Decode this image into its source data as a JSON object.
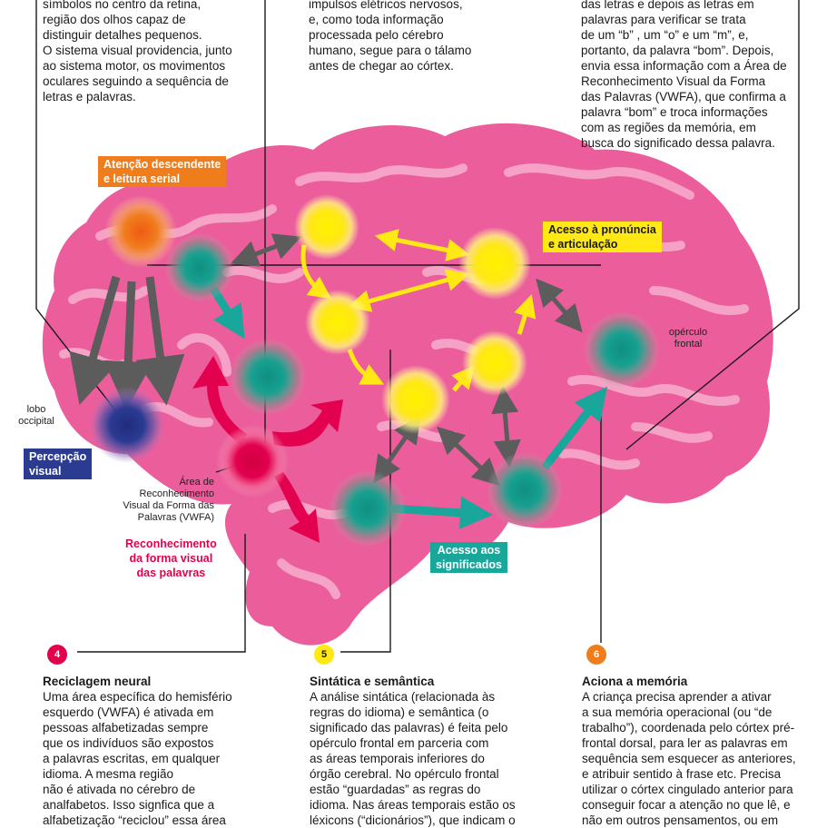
{
  "colors": {
    "brain": "#ec5d9b",
    "brain_light": "#f6a6c9",
    "orange": "#f07d1c",
    "yellow": "#ffe814",
    "blue": "#2b3b92",
    "pink_red": "#e3004f",
    "teal": "#1aa79b",
    "grey_arrow": "#5c5c5c"
  },
  "top_texts": {
    "left": [
      "símbolos no centro da retina,",
      "região dos olhos capaz de",
      "distinguir detalhes pequenos.",
      "O sistema visual providencia, junto",
      "ao sistema motor, os movimentos",
      "oculares seguindo a sequência de",
      "letras e palavras."
    ],
    "middle": [
      "impulsos elétricos nervosos,",
      "e, como toda informação",
      "processada pelo cérebro",
      "humano, segue para o tálamo",
      "antes de chegar ao córtex."
    ],
    "right": [
      "das letras e depois as letras em",
      "palavras para verificar se trata",
      "de um “b” , um “o” e um “m”, e,",
      "portanto, da palavra “bom”. Depois,",
      "envia essa informação com a Área de",
      "Reconhecimento Visual da Forma",
      "das Palavras (VWFA), que confirma a",
      "palavra “bom” e troca informações",
      "com as regiões da memória, em",
      "busca do significado dessa palavra."
    ]
  },
  "labels": {
    "atencao": [
      "Atenção descendente",
      "e leitura serial"
    ],
    "pronuncia": [
      "Acesso à pronúncia",
      "e articulação"
    ],
    "percepcao": [
      "Percepção",
      "visual"
    ],
    "reconhecimento": [
      "Reconhecimento",
      "da forma visual",
      "das palavras"
    ],
    "significados": [
      "Acesso aos",
      "significados"
    ],
    "lobo": [
      "lobo",
      "occipital"
    ],
    "operculo": [
      "opérculo",
      "frontal"
    ],
    "vwfa": [
      "Área de",
      "Reconhecimento",
      "Visual da Forma das",
      "Palavras (VWFA)"
    ]
  },
  "sections": [
    {
      "number": "4",
      "title": "Reciclagem neural",
      "lines": [
        "Uma área específica do hemisfério",
        "esquerdo (VWFA) é ativada em",
        "pessoas alfabetizadas sempre",
        "que os indivíduos são expostos",
        "a palavras escritas, em qualquer",
        "idioma. A mesma região",
        "não é ativada no cérebro de",
        "analfabetos. Isso signfica que a",
        "alfabetização “reciclou” essa área"
      ]
    },
    {
      "number": "5",
      "title": "Sintática e semântica",
      "lines": [
        "A análise sintática (relacionada às",
        "regras do idioma) e semântica (o",
        "significado das palavras) é feita pelo",
        "opérculo frontal em parceria com",
        "as áreas temporais inferiores do",
        "órgão cerebral. No opérculo frontal",
        "estão “guardadas” as regras do",
        "idioma. Nas áreas temporais estão os",
        "léxicons (“dicionários”), que indicam o"
      ]
    },
    {
      "number": "6",
      "title": "Aciona a memória",
      "lines": [
        "A criança precisa aprender a ativar",
        "a sua memória operacional (ou “de",
        "trabalho”), coordenada pelo córtex pré-",
        "frontal dorsal, para ler as palavras em",
        "sequência sem esquecer as anteriores,",
        "e atribuir sentido à frase etc. Precisa",
        "utilizar o córtex cingulado anterior para",
        "conseguir focar a atenção no que lê, e",
        "não em outros pensamentos, ou em"
      ]
    }
  ]
}
